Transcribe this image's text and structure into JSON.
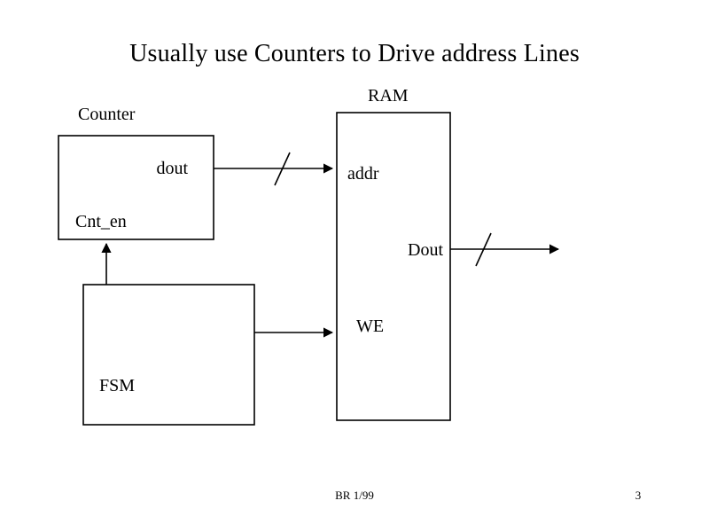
{
  "slide": {
    "title": "Usually use Counters to Drive address Lines",
    "background_color": "#ffffff",
    "line_color": "#000000"
  },
  "blocks": [
    {
      "id": "counter",
      "caption": "Counter",
      "ports": [
        {
          "name": "dout",
          "label": "dout",
          "side": "right",
          "direction": "out"
        },
        {
          "name": "cnt_en",
          "label": "Cnt_en",
          "side": "bottom",
          "direction": "in"
        }
      ]
    },
    {
      "id": "ram",
      "caption": "RAM",
      "ports": [
        {
          "name": "addr",
          "label": "addr",
          "side": "left",
          "direction": "in"
        },
        {
          "name": "dout",
          "label": "Dout",
          "side": "right",
          "direction": "out"
        },
        {
          "name": "we",
          "label": "WE",
          "side": "left",
          "direction": "in"
        }
      ]
    },
    {
      "id": "fsm",
      "caption": "FSM",
      "ports": []
    }
  ],
  "connections": [
    {
      "id": "counter-dout-to-ram-addr",
      "from": "counter.dout",
      "to": "ram.addr",
      "bus": true
    },
    {
      "id": "ram-dout-out",
      "from": "ram.Dout",
      "to": "",
      "bus": true
    },
    {
      "id": "fsm-to-counter-cnt_en",
      "from": "fsm",
      "to": "counter.Cnt_en",
      "bus": false
    },
    {
      "id": "fsm-to-ram-we",
      "from": "fsm",
      "to": "ram.WE",
      "bus": false
    }
  ],
  "footer": {
    "credit": "BR 1/99",
    "page_number": "3"
  }
}
